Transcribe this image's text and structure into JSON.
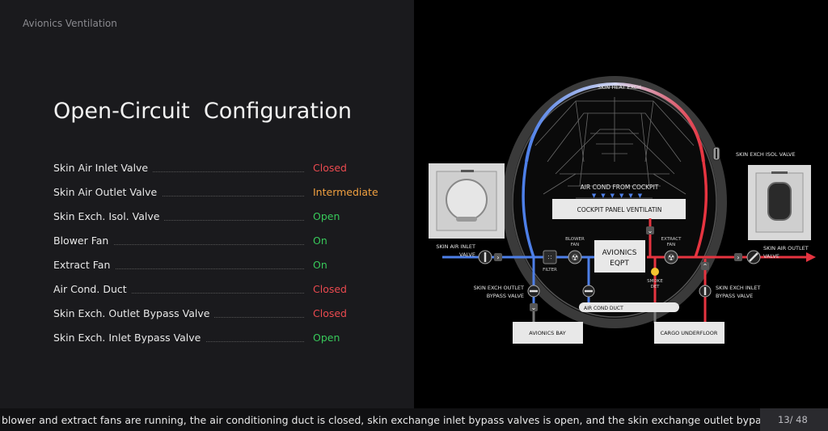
{
  "section_label": "Avionics Ventilation",
  "title": "Open-Circuit  Configuration",
  "status_rows": [
    {
      "name": "Skin Air Inlet Valve",
      "value": "Closed",
      "state": "closed"
    },
    {
      "name": "Skin Air Outlet Valve",
      "value": "Intermediate",
      "state": "inter"
    },
    {
      "name": "Skin Exch. Isol. Valve",
      "value": "Open",
      "state": "open"
    },
    {
      "name": "Blower Fan",
      "value": "On",
      "state": "open"
    },
    {
      "name": "Extract Fan",
      "value": "On",
      "state": "open"
    },
    {
      "name": "Air Cond. Duct",
      "value": "Closed",
      "state": "closed"
    },
    {
      "name": "Skin Exch. Outlet Bypass Valve",
      "value": "Closed",
      "state": "closed"
    },
    {
      "name": "Skin Exch. Inlet Bypass Valve",
      "value": "Open",
      "state": "open"
    }
  ],
  "colors": {
    "closed": "#ea4a4f",
    "intermediate": "#f0a040",
    "open": "#38c95a",
    "blue_flow": "#4d7fe8",
    "red_flow": "#e63440"
  },
  "diagram": {
    "skin_heat_exch": "SKIN HEAT EXCH",
    "skin_exch_isol_valve": "SKIN EXCH ISOL VALVE",
    "air_cond_from_cockpit": "AIR COND FROM COCKPIT",
    "cockpit_panel_ventilation": "COCKPIT PANEL VENTILATIN",
    "blower_fan_1": "BLOWER",
    "blower_fan_2": "FAN",
    "extract_fan_1": "EXTRACT",
    "extract_fan_2": "FAN",
    "avionics_eqpt_1": "AVIONICS",
    "avionics_eqpt_2": "EQPT",
    "filter": "FILTER",
    "smoke_det_1": "SMOKE",
    "smoke_det_2": "DET",
    "skin_air_inlet_valve_1": "SKIN AIR INLET",
    "skin_air_inlet_valve_2": "VALVE",
    "skin_air_outlet_valve_1": "SKIN AIR OUTLET",
    "skin_air_outlet_valve_2": "VALVE",
    "skin_exch_outlet_bypass_1": "SKIN EXCH OUTLET",
    "skin_exch_outlet_bypass_2": "BYPASS VALVE",
    "skin_exch_inlet_bypass_1": "SKIN EXCH INLET",
    "skin_exch_inlet_bypass_2": "BYPASS VALVE",
    "air_cond_duct": "AIR COND DUCT",
    "avionics_bay": "AVIONICS BAY",
    "cargo_underfloor": "CARGO UNDERFLOOR"
  },
  "caption": "blower and extract fans are running, the air conditioning duct is closed, skin exchange inlet bypass valves is open, and the skin exchange outlet bypass valve is cl",
  "pager": "13/ 48"
}
